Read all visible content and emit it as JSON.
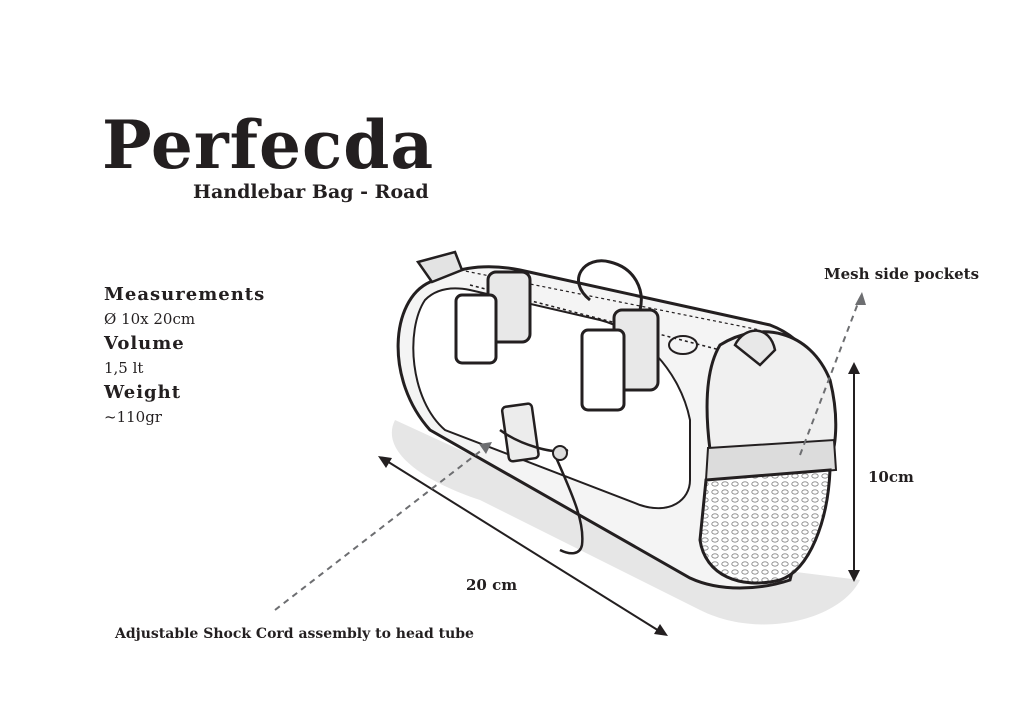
{
  "header": {
    "title": "Perfecda",
    "subtitle": "Handlebar Bag - Road"
  },
  "specs": [
    {
      "label": "Measurements",
      "value": "Ø 10x 20cm"
    },
    {
      "label": "Volume",
      "value": "1,5 lt"
    },
    {
      "label": "Weight",
      "value": "~110gr"
    }
  ],
  "callouts": {
    "mesh": "Mesh side pockets",
    "cord": "Adjustable Shock Cord assembly to head tube",
    "length": "20 cm",
    "height": "10cm"
  },
  "colors": {
    "ink": "#231f20",
    "shadow": "#e6e6e6",
    "arrow": "#6d6e71"
  }
}
